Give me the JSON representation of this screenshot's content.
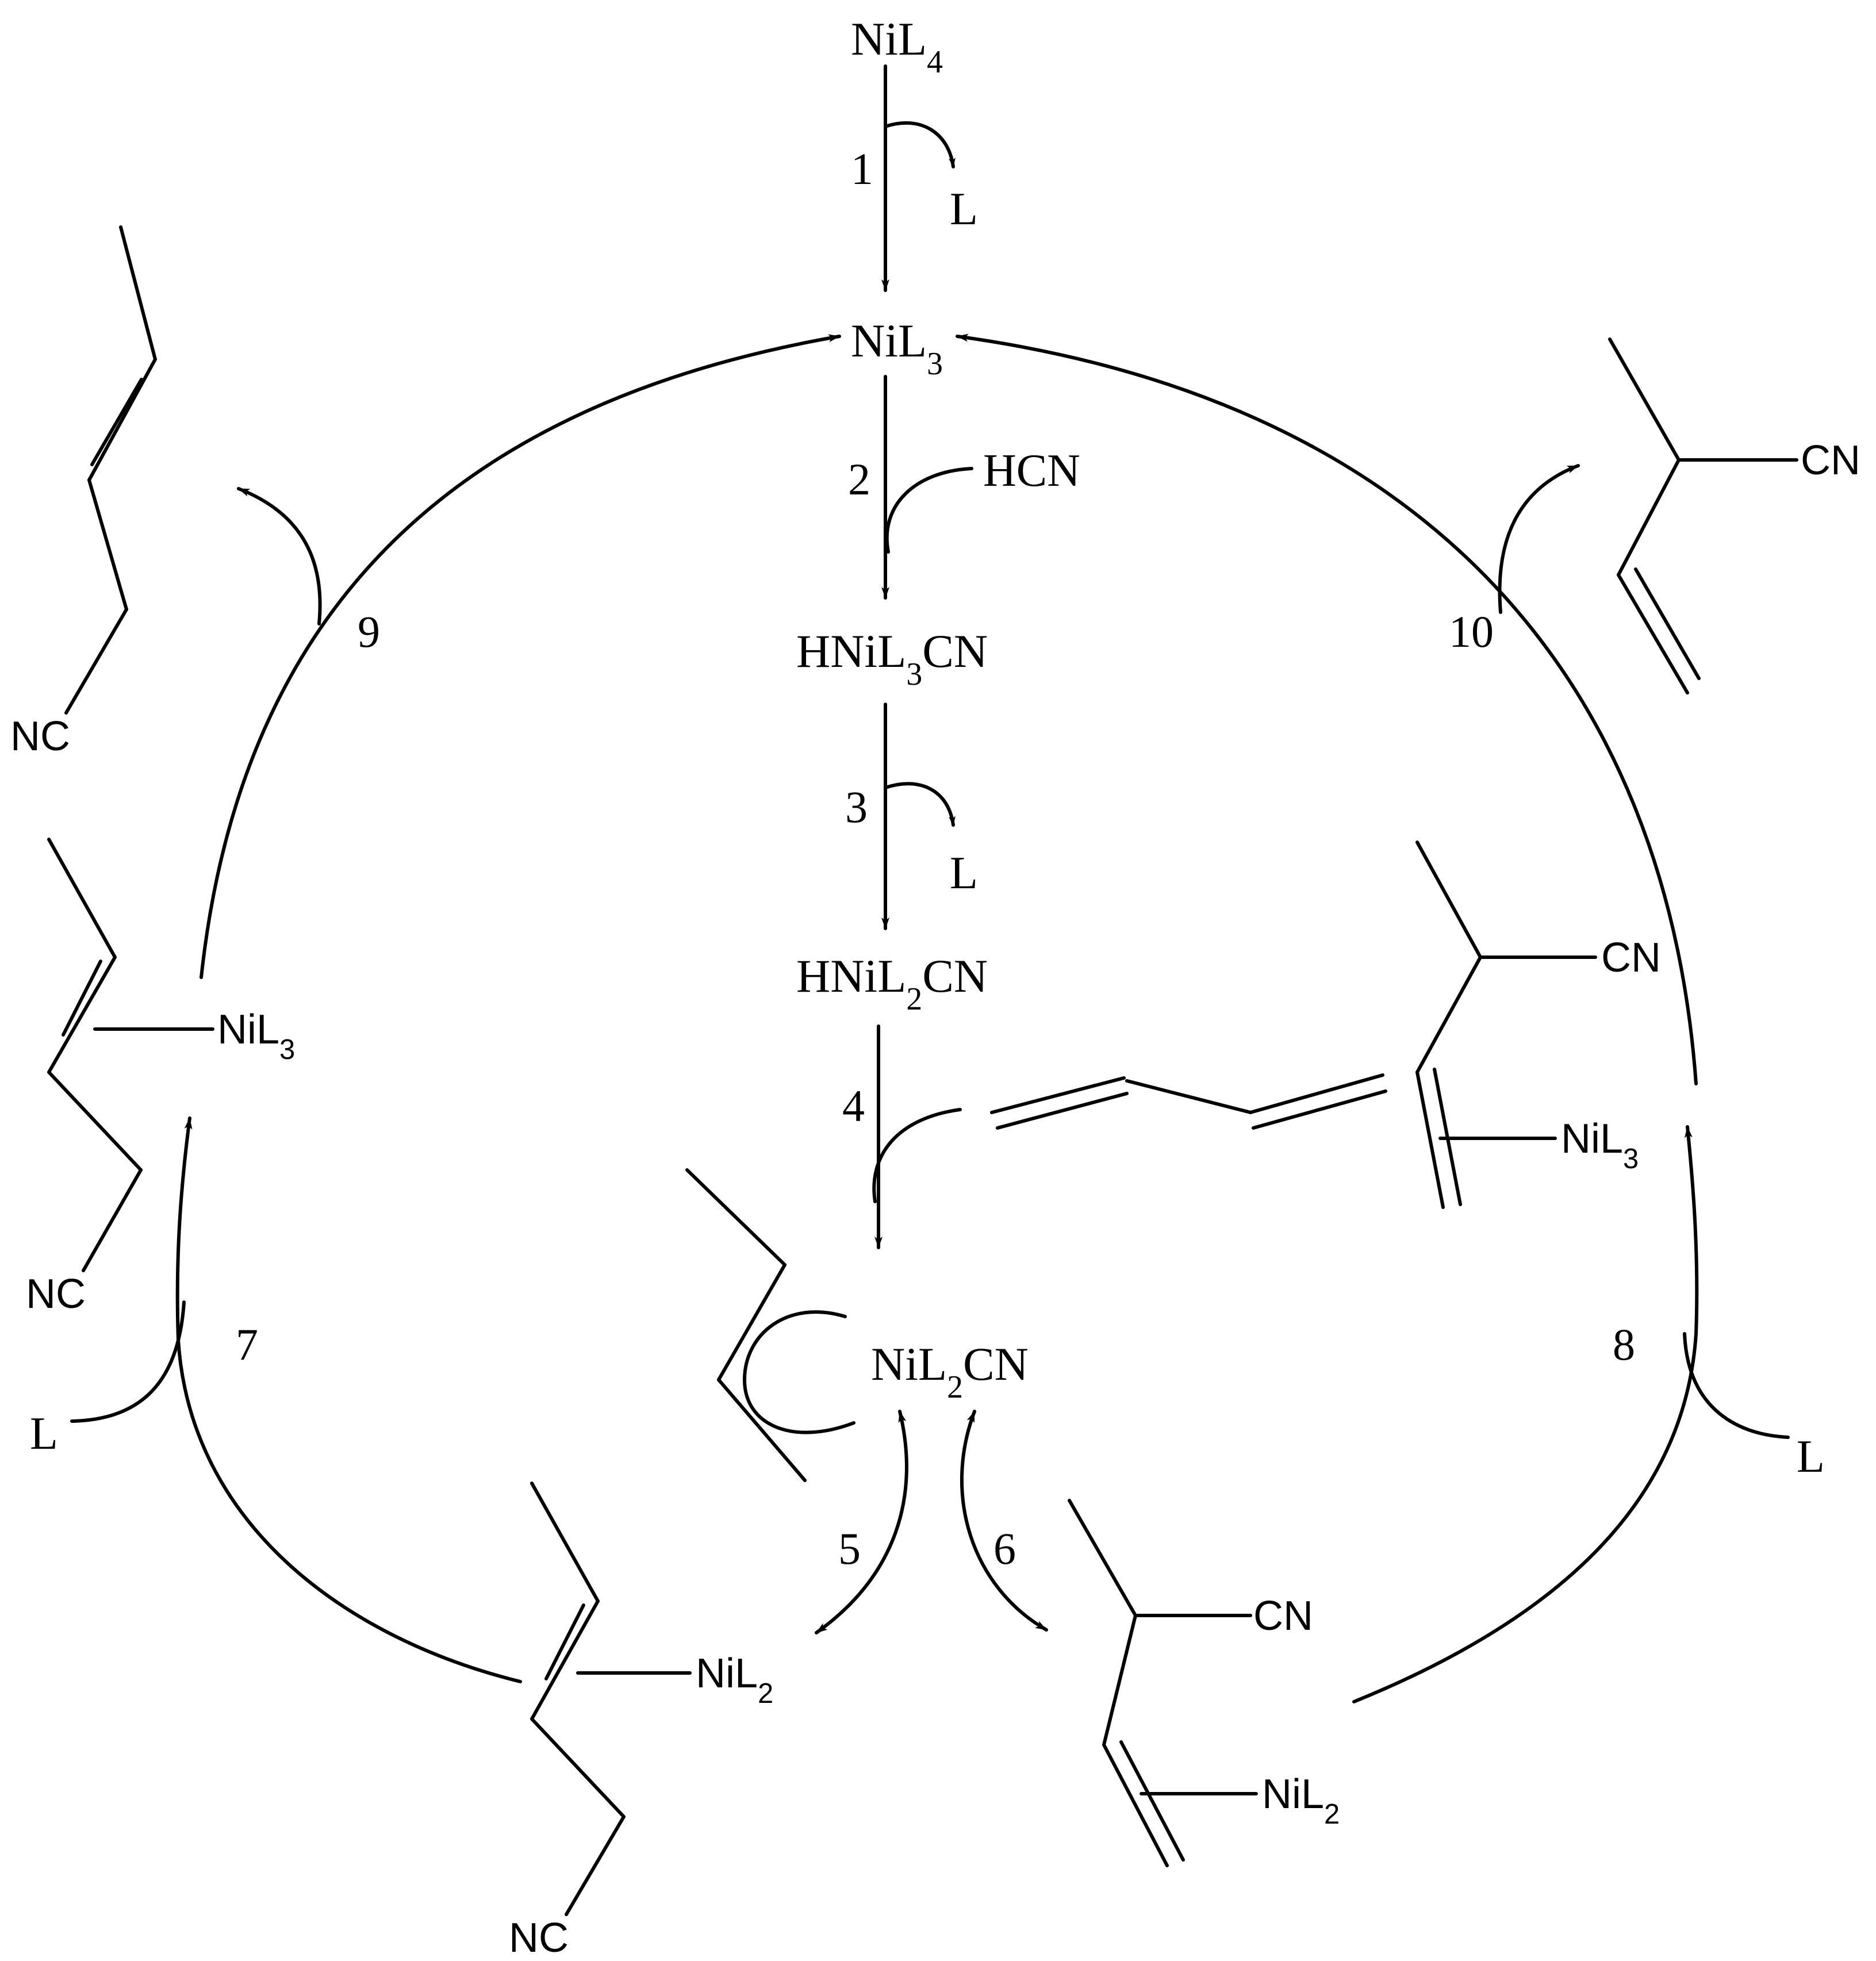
{
  "species": {
    "nil4": "NiL4",
    "nil3_top": "NiL3",
    "hnil3cn": "HNiL3CN",
    "hnil2cn": "HNiL2CN",
    "nil2cn_center": "NiL2CN",
    "nil3_left": "NiL3",
    "nil2_bottom_left": "NiL2",
    "nil2_bottom_right": "NiL2",
    "nil3_right": "NiL3"
  },
  "reagents": {
    "l_step1": "L",
    "hcn": "HCN",
    "l_step3": "L",
    "l_step7": "L",
    "l_step8": "L"
  },
  "groups": {
    "nc_product_9": "NC",
    "nc_left_complex": "NC",
    "nc_bottom_complex": "NC",
    "cn_product_10": "CN",
    "cn_right_complex": "CN",
    "cn_bottom_complex": "CN"
  },
  "steps": {
    "s1": "1",
    "s2": "2",
    "s3": "3",
    "s4": "4",
    "s5": "5",
    "s6": "6",
    "s7": "7",
    "s8": "8",
    "s9": "9",
    "s10": "10"
  }
}
